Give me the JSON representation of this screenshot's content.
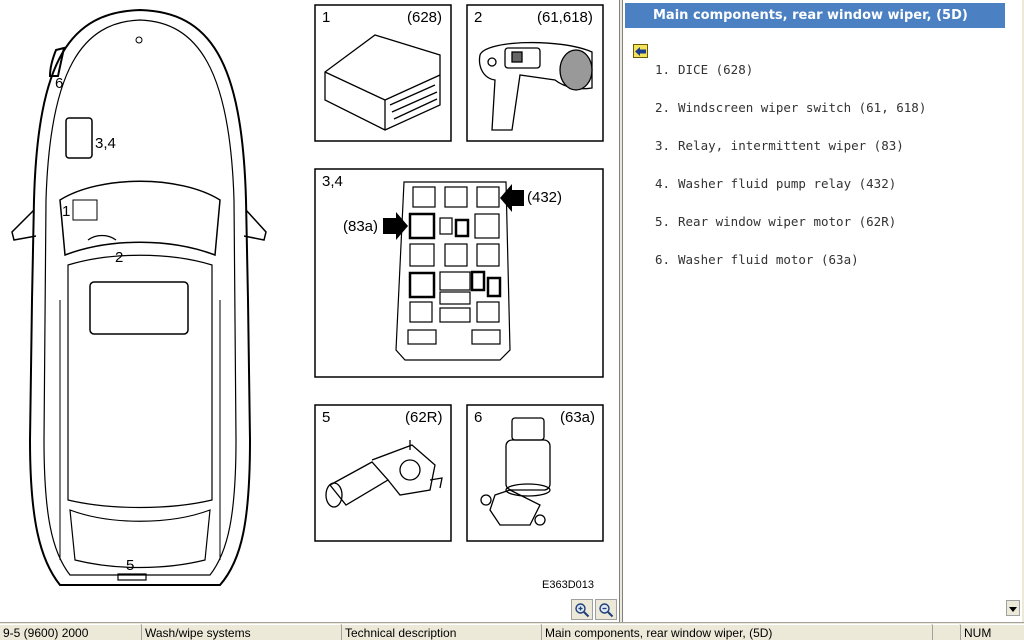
{
  "diagram": {
    "car_labels": {
      "l1": "1",
      "l2": "2",
      "l34": "3,4",
      "l5": "5",
      "l6": "6"
    },
    "panels": [
      {
        "num": "1",
        "code": "(628)"
      },
      {
        "num": "2",
        "code": "(61,618)"
      },
      {
        "num": "3,4",
        "code": ""
      },
      {
        "num": "5",
        "code": "(62R)"
      },
      {
        "num": "6",
        "code": "(63a)"
      }
    ],
    "relay_labels": {
      "left": "(83a)",
      "right": "(432)"
    },
    "drawing_code": "E363D013"
  },
  "text_pane": {
    "title": "Main components, rear window wiper, (5D)",
    "items": [
      {
        "num": "1.",
        "label": "DICE (628)"
      },
      {
        "num": "2.",
        "label": "Windscreen wiper switch (61, 618)"
      },
      {
        "num": "3.",
        "label": "Relay, intermittent wiper (83)"
      },
      {
        "num": "4.",
        "label": "Washer fluid pump relay (432)"
      },
      {
        "num": "5.",
        "label": "Rear window wiper motor (62R)"
      },
      {
        "num": "6.",
        "label": "Washer fluid motor (63a)"
      }
    ]
  },
  "status_bar": {
    "model": "9-5 (9600) 2000",
    "section": "Wash/wipe systems",
    "doc_type": "Technical description",
    "page": "Main components, rear window wiper, (5D)",
    "blank": "",
    "num_lock": "NUM"
  },
  "colors": {
    "title_bar": "#4b80c2",
    "back_icon": "#f3e35a"
  }
}
